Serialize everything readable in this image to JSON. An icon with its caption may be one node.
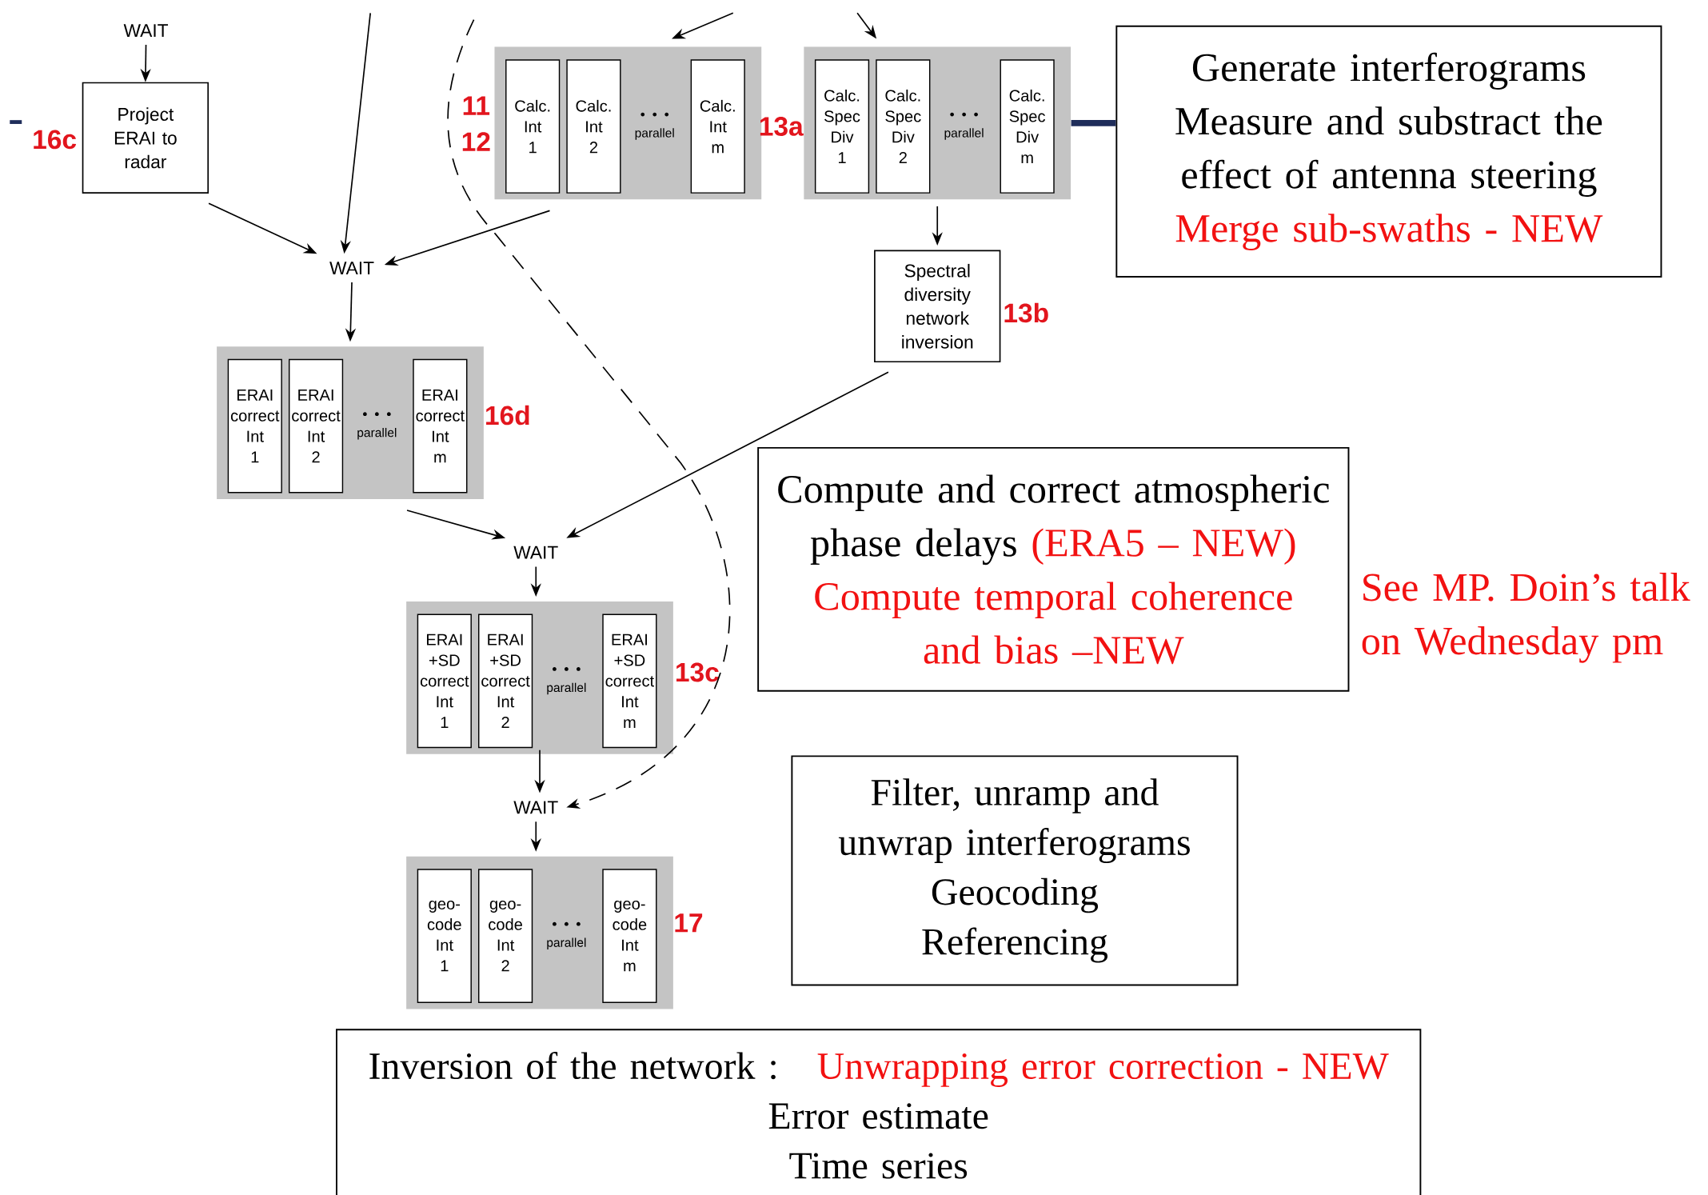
{
  "diagram": {
    "nodes": [
      {
        "text": [
          "WAIT"
        ]
      },
      {
        "text": [
          "Project ERAI to radar"
        ],
        "beside": [
          "16c"
        ]
      },
      {
        "text": [
          "WAIT"
        ]
      },
      {
        "text": [
          "parallel"
        ],
        "beside": [
          "11",
          "12",
          "13a"
        ]
      },
      {
        "text": [
          "Calc. Int 1"
        ],
        "in": 3
      },
      {
        "text": [
          "Calc. Int 2"
        ],
        "in": 3
      },
      {
        "text": [
          "Calc. Int m"
        ],
        "in": 3
      },
      {
        "text": [
          "parallel"
        ]
      },
      {
        "text": [
          "Calc. Spec Div 1"
        ],
        "in": 7
      },
      {
        "text": [
          "Calc. Spec Div 2"
        ],
        "in": 7
      },
      {
        "text": [
          "Calc. Spec Div m"
        ],
        "in": 7
      },
      {
        "text": [
          "Generate interferograms",
          "Measure and substract the effect of antenna steering",
          "Merge sub-swaths - NEW"
        ]
      },
      {
        "text": [
          "Spectral diversity network inversion"
        ],
        "beside": [
          "13b"
        ]
      },
      {
        "text": [
          "parallel"
        ],
        "beside": [
          "16d"
        ]
      },
      {
        "text": [
          "ERAI correct Int 1"
        ],
        "in": 13
      },
      {
        "text": [
          "ERAI correct Int 2"
        ],
        "in": 13
      },
      {
        "text": [
          "ERAI correct Int m"
        ],
        "in": 13
      },
      {
        "text": [
          "WAIT"
        ]
      },
      {
        "text": [
          "Compute and correct atmospheric phase delays",
          "(ERA5 – NEW)",
          "Compute temporal coherence and bias –NEW"
        ]
      },
      {
        "text": [
          "parallel"
        ],
        "beside": [
          "13c"
        ]
      },
      {
        "text": [
          "ERAI +SD correct Int 1"
        ],
        "in": 19
      },
      {
        "text": [
          "ERAI +SD correct Int 2"
        ],
        "in": 19
      },
      {
        "text": [
          "ERAI +SD correct Int m"
        ],
        "in": 19
      },
      {
        "text": [
          "WAIT"
        ]
      },
      {
        "text": [
          "Filter, unramp and unwrap interferograms",
          "Geocoding",
          "Referencing"
        ]
      },
      {
        "text": [
          "parallel"
        ],
        "beside": [
          "17"
        ]
      },
      {
        "text": [
          "geo- code Int 1"
        ],
        "in": 25
      },
      {
        "text": [
          "geo- code Int 2"
        ],
        "in": 25
      },
      {
        "text": [
          "geo- code Int m"
        ],
        "in": 25
      },
      {
        "text": [
          "Inversion of the network :",
          "Unwrapping error correction - NEW",
          "Error estimate",
          "Time series"
        ]
      }
    ],
    "edges": [
      {
        "from": 0,
        "to": 1,
        "arrow": "to"
      },
      {
        "from": null,
        "to": 2,
        "arrow": "to"
      },
      {
        "from": 1,
        "to": 2,
        "arrow": "to"
      },
      {
        "from": 3,
        "to": 2,
        "arrow": "to"
      },
      {
        "from": null,
        "to": 3,
        "arrow": "to"
      },
      {
        "from": null,
        "to": 7,
        "arrow": "to"
      },
      {
        "from": 7,
        "to": 12,
        "arrow": "to"
      },
      {
        "from": 7,
        "to": 11,
        "arrow": "none",
        "style": "thick",
        "color": "#1f2d5a"
      },
      {
        "from": 2,
        "to": 13,
        "arrow": "to"
      },
      {
        "from": 13,
        "to": 17,
        "arrow": "to"
      },
      {
        "from": 12,
        "to": 17,
        "arrow": "to"
      },
      {
        "from": 17,
        "to": 19,
        "arrow": "to"
      },
      {
        "from": 19,
        "to": 23,
        "arrow": "to"
      },
      {
        "from": null,
        "to": 23,
        "arrow": "to",
        "style": "dashed"
      },
      {
        "from": 23,
        "to": 25,
        "arrow": "to"
      }
    ],
    "labels": [
      "See MP. Doin’s talk on Wednesday pm"
    ]
  }
}
